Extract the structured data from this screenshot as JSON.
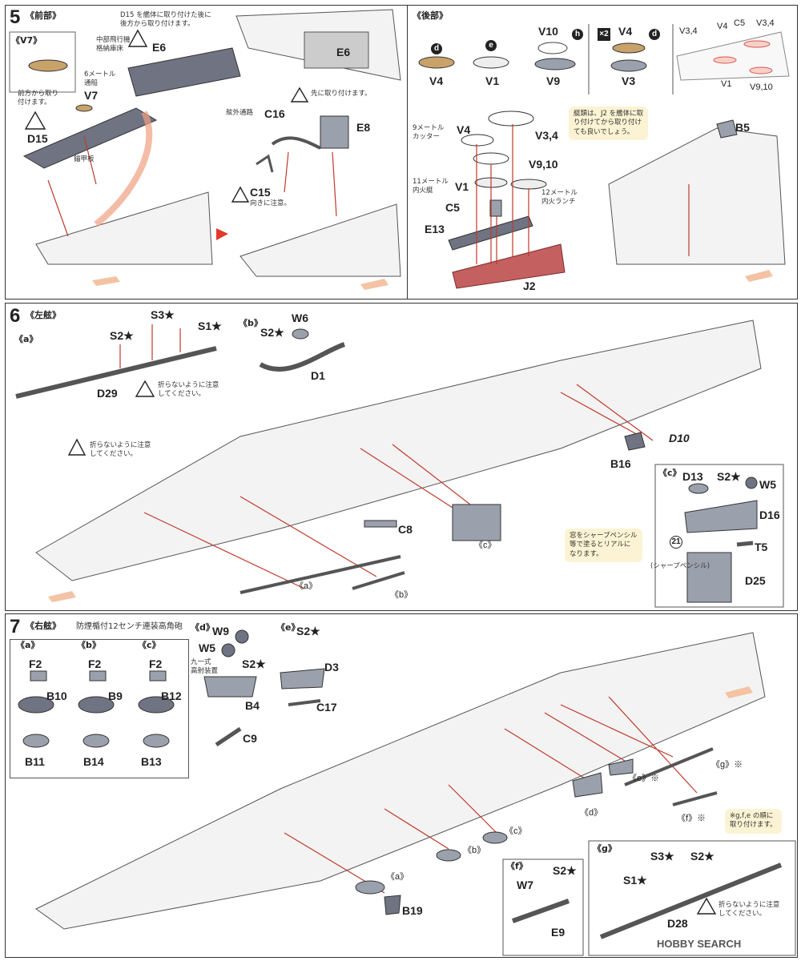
{
  "step5": {
    "number": "5",
    "title": "《前部》",
    "v7_section": "《V7》",
    "rear_title": "《後部》",
    "note_d15_e6": "D15 を艦体に取り付けた後に\n後方から取り付けます。",
    "label_e6": "E6",
    "note_hangar": "中部飛行機\n格納庫床",
    "note_boat": "6メートル\n通船",
    "label_v7": "V7",
    "note_front": "前方から取り\n付けます。",
    "label_d15": "D15",
    "note_anchor": "錨甲板",
    "label_e6_top": "E6",
    "note_attach_first": "先に取り付けます。",
    "note_walkway": "舷外通路",
    "label_c16": "C16",
    "label_e8": "E8",
    "label_c15": "C15",
    "note_orient": "向きに注意。",
    "badges": {
      "d": "d",
      "e": "e",
      "h": "h"
    },
    "x2": "×2",
    "rear_items": [
      {
        "label": "V4",
        "badge": "d"
      },
      {
        "label": "V1",
        "badge": "e"
      },
      {
        "label": "V9",
        "badge": "h",
        "top": "V10"
      },
      {
        "label": "V3",
        "badge": "d",
        "top": "V4"
      }
    ],
    "overview_labels": [
      "V3,4",
      "V4",
      "C5",
      "V3,4",
      "V1",
      "V9,10"
    ],
    "note_cutter": "9メートル\nカッター",
    "label_v4": "V4",
    "label_v34": "V3,4",
    "label_v910": "V9,10",
    "note_11m": "11メートル\n内火艇",
    "label_v1": "V1",
    "note_12m": "12メートル\n内火ランチ",
    "label_c5": "C5",
    "label_e13": "E13",
    "label_j2": "J2",
    "note_boats": "艇類は、J2 を艦体に取\nり付けてから取り付け\nても良いでしょう。",
    "label_b5": "B5"
  },
  "step6": {
    "number": "6",
    "title": "《左舷》",
    "sub_a": "《a》",
    "sub_b": "《b》",
    "label_s3": "S3★",
    "label_s1": "S1★",
    "label_s2": "S2★",
    "label_d29": "D29",
    "note_nofold": "折らないように注意\nしてください。",
    "label_s2b": "S2★",
    "label_w6": "W6",
    "label_d1": "D1",
    "note_nofold2": "折らないように注意\nしてください。",
    "label_d10": "D10",
    "label_b16": "B16",
    "label_c8": "C8",
    "ref_c": "《c》",
    "ref_a": "《a》",
    "ref_b": "《b》",
    "sub_c": "《c》",
    "label_d13": "D13",
    "label_s2c": "S2★",
    "label_w5": "W5",
    "label_d16": "D16",
    "label_t5": "T5",
    "note_pencil": "窓をシャープペンシル\n等で塗るとリアルに\nなります。",
    "color_num": "21",
    "note_pencil_small": "(シャープペンシル)",
    "label_d25": "D25"
  },
  "step7": {
    "number": "7",
    "title": "《右舷》",
    "subtitle": "防煙楯付12センチ連装高角砲",
    "gun_groups": [
      {
        "sub": "《a》",
        "top": "F2",
        "mid": "B10",
        "bot": "B11"
      },
      {
        "sub": "《b》",
        "top": "F2",
        "mid": "B9",
        "bot": "B14"
      },
      {
        "sub": "《c》",
        "top": "F2",
        "mid": "B12",
        "bot": "B13"
      }
    ],
    "sub_d": "《d》",
    "label_w9": "W9",
    "label_w5": "W5",
    "note_type91": "九一式\n高射装置",
    "label_s2d": "S2★",
    "label_b4": "B4",
    "label_c9": "C9",
    "sub_e": "《e》",
    "label_s2e": "S2★",
    "label_d3": "D3",
    "label_c17": "C17",
    "ref_d": "《d》",
    "ref_e": "《e》※",
    "ref_g": "《g》※",
    "ref_f": "《f》※",
    "note_order": "※g,f,e の順に\n取り付けます。",
    "ref_c": "《c》",
    "ref_b": "《b》",
    "ref_a": "《a》",
    "label_b19": "B19",
    "sub_f": "《f》",
    "label_w7": "W7",
    "label_s2f": "S2★",
    "label_e9": "E9",
    "sub_g": "《g》",
    "label_s3g": "S3★",
    "label_s2g": "S2★",
    "label_s1g": "S1★",
    "label_d28": "D28",
    "note_nofold3": "折らないように注意\nしてください。"
  },
  "watermark": "HOBBY SEARCH"
}
